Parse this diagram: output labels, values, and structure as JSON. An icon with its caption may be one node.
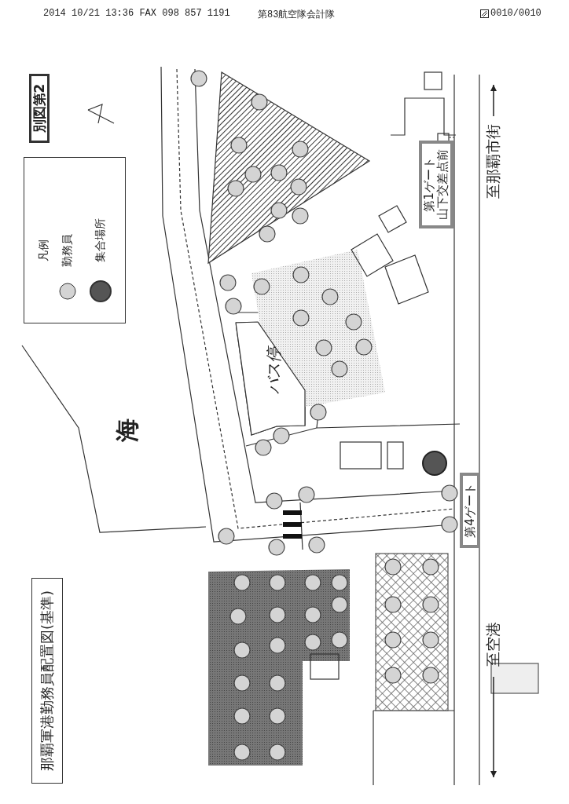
{
  "diagram": {
    "title": "那覇軍港勤務員配置図(基準)",
    "nodes": [
      {
        "text": [
          "凡例"
        ]
      },
      {
        "text": [
          "海"
        ]
      },
      {
        "text": [
          "バス停"
        ]
      },
      {
        "text": [
          "第1ゲート",
          "山下交差点前"
        ]
      },
      {
        "text": [
          "第4ゲート"
        ]
      }
    ],
    "labels": [
      "2014 10/21 13:36 FAX 098 857 1191",
      "第83航空隊会計隊",
      "0010/0010",
      "別図第2",
      "至那覇市街",
      "至空港"
    ],
    "legend": [
      {
        "text": "勤務員",
        "color": "#d4d4d4"
      },
      {
        "text": "集合場所",
        "color": "#555555"
      }
    ]
  }
}
